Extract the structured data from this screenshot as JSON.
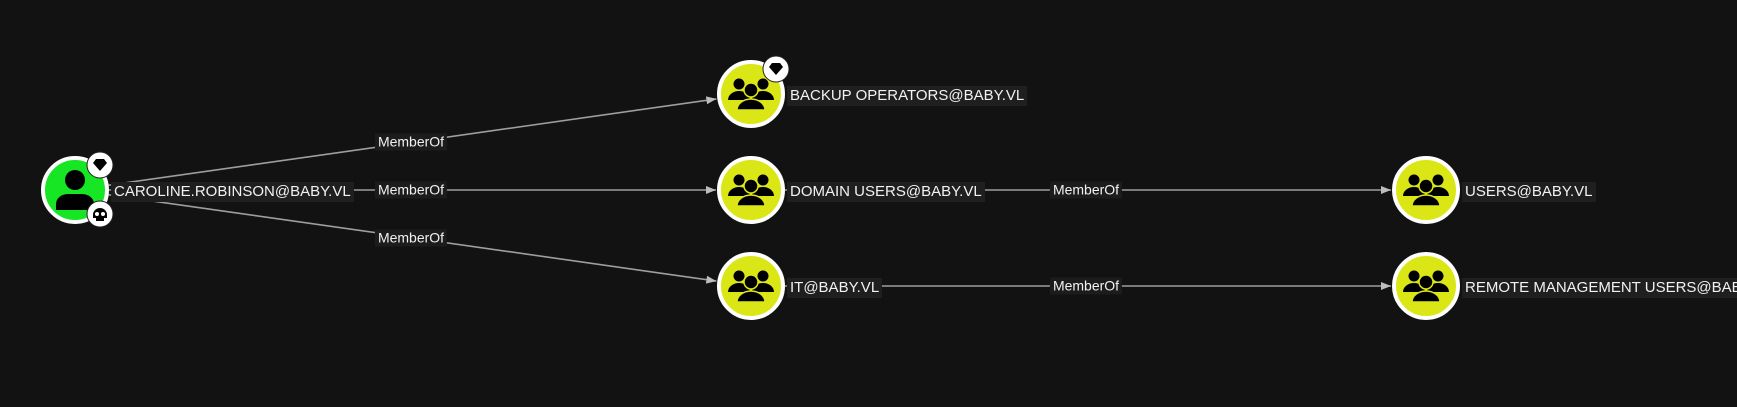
{
  "colors": {
    "background": "#121212",
    "user": "#17e625",
    "group": "#dbe617",
    "edge": "#9e9e9e"
  },
  "nodes": [
    {
      "id": "caroline",
      "label": "CAROLINE.ROBINSON@BABY.VL",
      "type": "user",
      "badges": [
        "gem-icon",
        "skull-icon"
      ]
    },
    {
      "id": "backup",
      "label": "BACKUP OPERATORS@BABY.VL",
      "type": "group",
      "badges": [
        "gem-icon"
      ]
    },
    {
      "id": "domainusers",
      "label": "DOMAIN USERS@BABY.VL",
      "type": "group",
      "badges": []
    },
    {
      "id": "it",
      "label": "IT@BABY.VL",
      "type": "group",
      "badges": []
    },
    {
      "id": "users",
      "label": "USERS@BABY.VL",
      "type": "group",
      "badges": []
    },
    {
      "id": "remote",
      "label": "REMOTE MANAGEMENT USERS@BABY.VL",
      "type": "group",
      "badges": []
    }
  ],
  "edges": [
    {
      "from": "caroline",
      "to": "backup",
      "label": "MemberOf"
    },
    {
      "from": "caroline",
      "to": "domainusers",
      "label": "MemberOf"
    },
    {
      "from": "caroline",
      "to": "it",
      "label": "MemberOf"
    },
    {
      "from": "domainusers",
      "to": "users",
      "label": "MemberOf"
    },
    {
      "from": "it",
      "to": "remote",
      "label": "MemberOf"
    }
  ]
}
